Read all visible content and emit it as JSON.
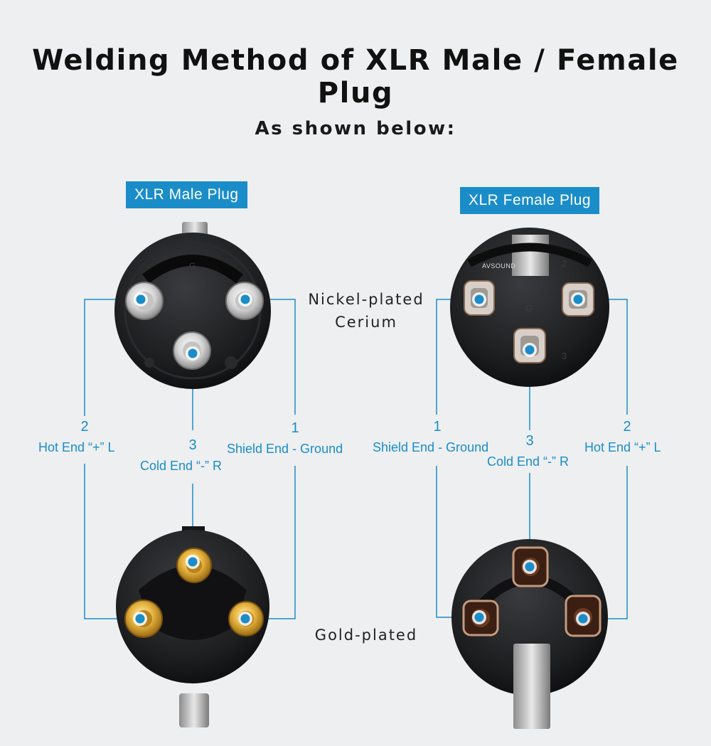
{
  "title": "Welding Method of XLR Male / Female Plug",
  "subtitle": "As shown below:",
  "male_plug": {
    "label": "XLR Male Plug"
  },
  "female_plug": {
    "label": "XLR Female Plug",
    "watermark": "AVSOUND"
  },
  "materials": {
    "top_line1": "Nickel-plated",
    "top_line2": "Cerium",
    "bottom": "Gold-plated"
  },
  "pins": {
    "hot": {
      "number": "2",
      "label": "Hot End “+” L"
    },
    "cold": {
      "number": "3",
      "label": "Cold End “-” R"
    },
    "shield": {
      "number": "1",
      "label": "Shield End - Ground"
    }
  },
  "colors": {
    "accent": "#1a8dc9",
    "background": "#eeeff0",
    "connector_body": "#1d1e20",
    "gold": "#d9a531",
    "copper": "#6b3a22"
  }
}
